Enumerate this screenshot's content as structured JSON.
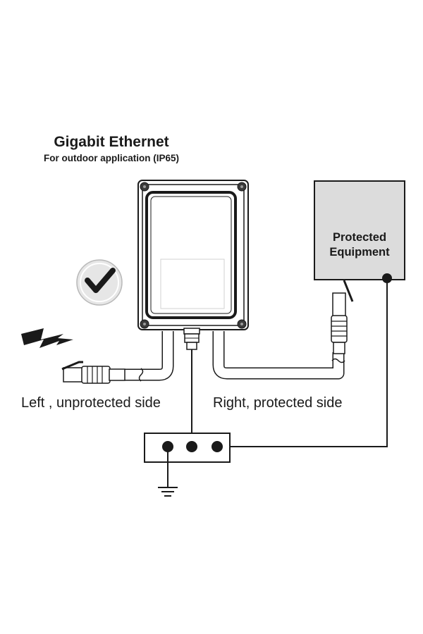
{
  "title": {
    "main": "Gigabit Ethernet",
    "sub": "For outdoor application (IP65)"
  },
  "equipment": {
    "line1": "Protected",
    "line2": "Equipment"
  },
  "labels": {
    "left": "Left , unprotected side",
    "right": "Right, protected side"
  },
  "icons": {
    "check": "check-badge-icon",
    "lightning": "lightning-bolt-icon",
    "ground": "ground-symbol-icon"
  },
  "colors": {
    "line": "#1a1a1a",
    "equipment_fill": "#dcdcdc",
    "cable_fill": "#ffffff"
  }
}
